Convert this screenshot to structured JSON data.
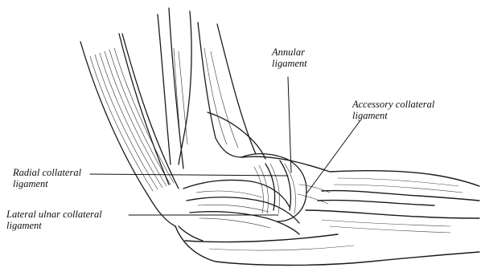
{
  "labels": {
    "annular": {
      "line1": "Annular",
      "line2": "ligament"
    },
    "accessory": {
      "line1": "Accessory collateral",
      "line2": "ligament"
    },
    "radial": {
      "line1": "Radial collateral",
      "line2": "ligament"
    },
    "lateral_ulnar": {
      "line1": "Lateral ulnar collateral",
      "line2": "ligament"
    }
  }
}
